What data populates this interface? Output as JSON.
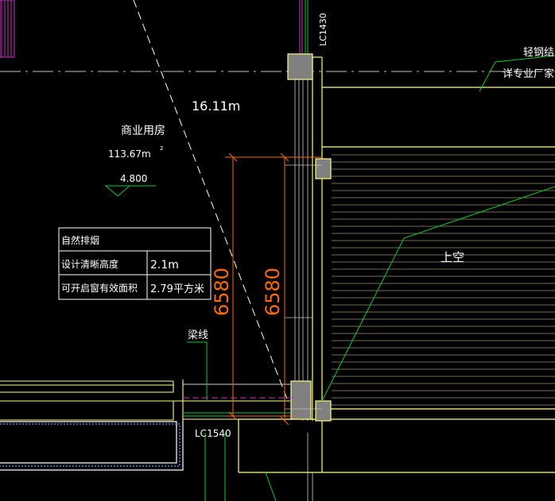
{
  "labels": {
    "area_value": "16.11m",
    "room_name": "商业用房",
    "room_area": "113.67m",
    "room_area_sup": "2",
    "elevation": "4.800",
    "beam_line": "梁线",
    "void": "上空",
    "steel_note_line1": "轻钢结",
    "steel_note_line2": "详专业厂家",
    "window_tag_top": "LC1430",
    "window_tag_bottom": "LC1540",
    "dim_left": "6580",
    "dim_right": "6580"
  },
  "smoke_table": {
    "title": "自然排烟",
    "rows": [
      {
        "label": "设计清晰高度",
        "value": "2.1m"
      },
      {
        "label": "可开启窗有效面积",
        "value": "2.79平方米"
      }
    ]
  },
  "colors": {
    "background": "#000000",
    "text": "#ffffff",
    "wall_yellow": "#ffff80",
    "column_fill": "#808080",
    "dimension_orange": "#ff6a00",
    "leader_green": "#00cc33",
    "dash_magenta": "#cc33cc",
    "axis_gray": "#bfbfbf",
    "stair_pale": "#e6d9a6"
  }
}
